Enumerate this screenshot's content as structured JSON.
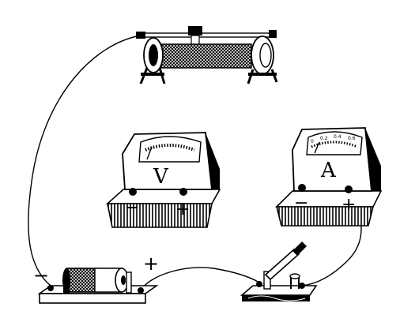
{
  "voltmeter": {
    "label": "V",
    "terminal_negative": "−",
    "terminal_positive": "+"
  },
  "ammeter": {
    "label": "A",
    "terminal_negative": "−",
    "terminal_positive": "+",
    "scale_marks": [
      "0",
      "0.2",
      "0.4",
      "0.6"
    ]
  },
  "battery": {
    "terminal_negative": "−",
    "terminal_positive": "+"
  }
}
